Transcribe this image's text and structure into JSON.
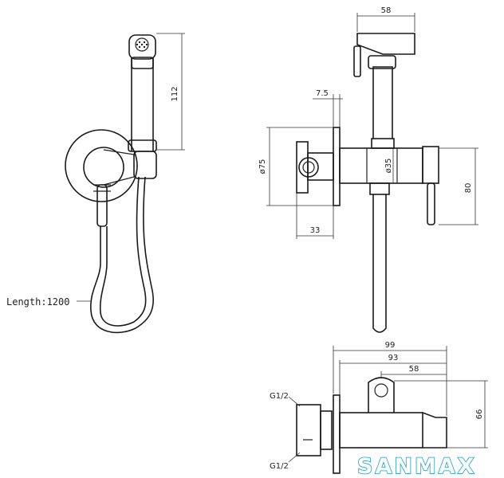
{
  "labels": {
    "hose_length": "Length:1200",
    "thread_top": "G1/2",
    "thread_bottom": "G1/2"
  },
  "dimensions": {
    "handset_height": "112",
    "head_width": "58",
    "wall_offset": "7.5",
    "flange_diameter": "ø75",
    "body_diameter": "ø35",
    "body_height": "80",
    "flange_to_holder": "33",
    "total_depth": "99",
    "depth_93": "93",
    "depth_58": "58",
    "height_66": "66"
  },
  "brand": {
    "logo_text": "SANMAX",
    "accent_color": "#1e9ec0"
  }
}
